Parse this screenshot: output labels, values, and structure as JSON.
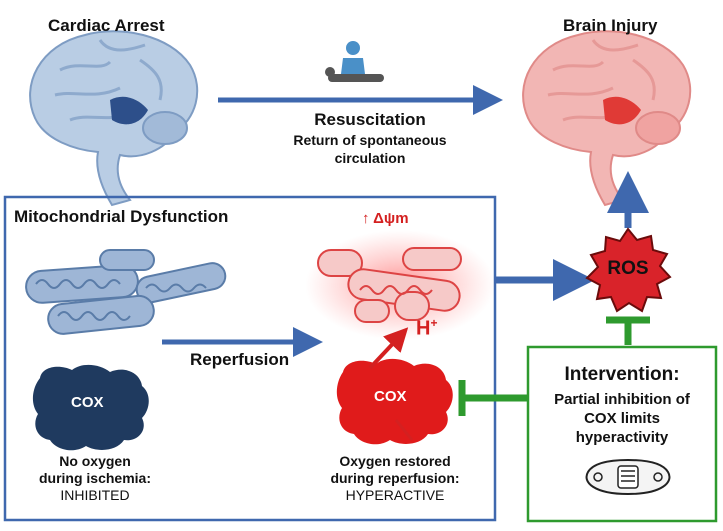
{
  "top": {
    "cardiac_arrest": "Cardiac Arrest",
    "brain_injury": "Brain Injury",
    "resuscitation": "Resuscitation",
    "rosc_line1": "Return of spontaneous",
    "rosc_line2": "circulation"
  },
  "mito_box": {
    "title": "Mitochondrial Dysfunction",
    "delta_psi": "↑ Δψm",
    "h_plus": "H",
    "h_plus_sup": "+",
    "reperfusion": "Reperfusion",
    "cox_left": "COX",
    "cox_right": "COX",
    "left_caption": [
      "No oxygen",
      "during ischemia:",
      "INHIBITED"
    ],
    "right_caption": [
      "Oxygen restored",
      "during reperfusion:",
      "HYPERACTIVE"
    ]
  },
  "ros": {
    "label": "ROS"
  },
  "intervention": {
    "title": "Intervention:",
    "lines": [
      "Partial inhibition of",
      "COX limits",
      "hyperactivity"
    ]
  },
  "colors": {
    "arrow_blue": "#3f68ae",
    "box_blue": "#3f68ae",
    "box_green": "#2e9a2e",
    "cox_dark": "#1f3a5f",
    "cox_red": "#e01b1b",
    "ros_red": "#d9232a",
    "text_red": "#d42020"
  }
}
